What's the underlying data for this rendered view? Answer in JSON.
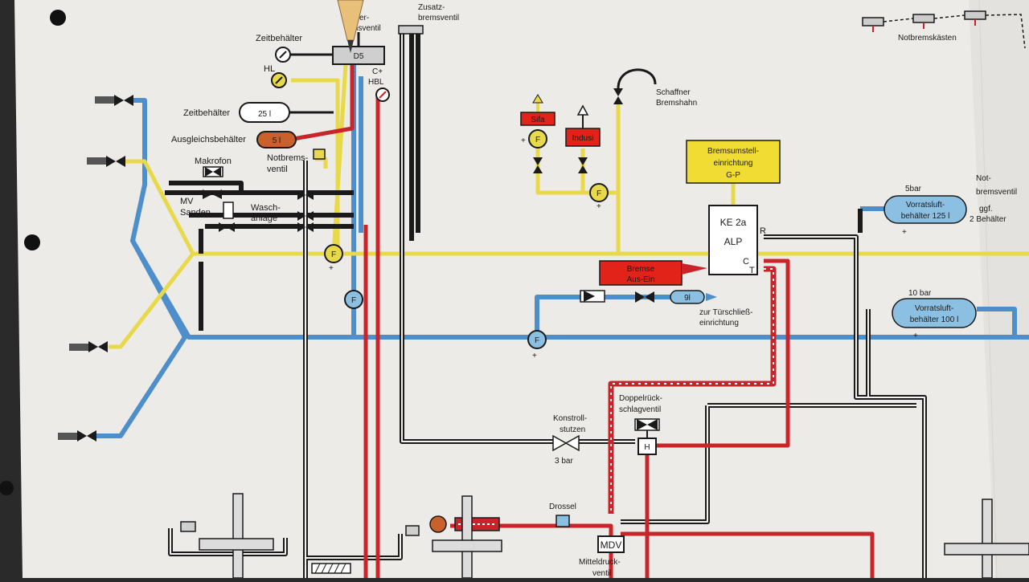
{
  "colors": {
    "paper": "#ecebe7",
    "yellow": "#e8d94a",
    "blue": "#4e8fcb",
    "red": "#c8242a",
    "black": "#1a1a1a",
    "red_box": "#e2231a",
    "yellow_box": "#f1dc33",
    "blue_tank": "#8cc0e3",
    "orange_tank": "#c8612c"
  },
  "labels": {
    "zeitbehaelter_top": "Zeitbehälter",
    "hl": "HL",
    "zeitbehaelter_2": "Zeitbehälter",
    "tank_25": "25 l",
    "ausgleichsbehaelter": "Ausgleichsbehälter",
    "tank_5": "5 l",
    "makrofon": "Makrofon",
    "mv": "MV",
    "sanden": "Sanden",
    "wasch": "Wasch-",
    "anlage": "anlage",
    "notbrems": "Notbrems-",
    "ventil": "ventil",
    "d5": "D5",
    "fuehrer_1": "er-",
    "fuehrer_2": "msventil",
    "zusatz_1": "Zusatz-",
    "zusatz_2": "bremsventil",
    "c_plus": "C+",
    "hbl": "HBL",
    "schaffner_1": "Schaffner",
    "schaffner_2": "Bremshahn",
    "sifa": "Sifa",
    "indusi": "Indusi",
    "bremsumstell_1": "Bremsumstell-",
    "bremsumstell_2": "einrichtung",
    "bremsumstell_3": "G-P",
    "ke2a": "KE 2a",
    "alp": "ALP",
    "port_r": "R",
    "port_c": "C",
    "port_t": "T",
    "bremse_1": "Bremse",
    "bremse_2": "Aus-Ein",
    "tank_9": "9l",
    "tuer_1": "zur Türschließ-",
    "tuer_2": "einrichtung",
    "notbremskaesten": "Notbremskästen",
    "notbremsventil_r1": "Not-",
    "notbremsventil_r2": "bremsventil",
    "bar_5": "5bar",
    "vorrat_125_1": "Vorratsluft-",
    "vorrat_125_2": "behälter 125 l",
    "ggf_1": "ggf.",
    "ggf_2": "2 Behälter",
    "bar_10": "10 bar",
    "vorrat_100_1": "Vorratsluft-",
    "vorrat_100_2": "behälter 100 l",
    "doppel_1": "Doppelrück-",
    "doppel_2": "schlagventil",
    "konstroll_1": "Konstroll-",
    "konstroll_2": "stutzen",
    "bar_3": "3 bar",
    "drossel": "Drossel",
    "mdv": "MDV",
    "mittel_1": "Mitteldruck-",
    "mittel_2": "ventil",
    "f": "F",
    "plus": "+"
  }
}
